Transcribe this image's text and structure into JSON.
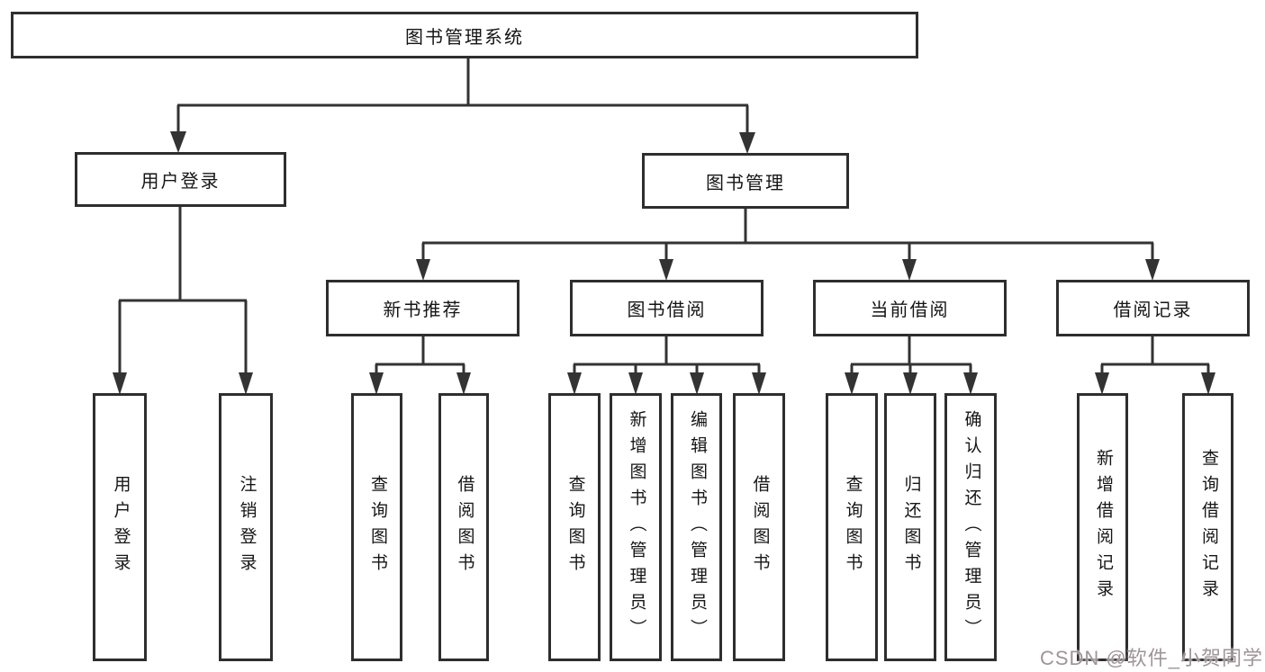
{
  "tree": {
    "root": "图书管理系统",
    "user_login": {
      "label": "用户登录",
      "children": [
        "用户登录",
        "注销登录"
      ]
    },
    "book_mgmt": {
      "label": "图书管理",
      "sections": {
        "new_books": {
          "label": "新书推荐",
          "children": [
            "查询图书",
            "借阅图书"
          ]
        },
        "borrow": {
          "label": "图书借阅",
          "children": [
            "查询图书",
            "新增图书（管理员）",
            "编辑图书（管理员）",
            "借阅图书"
          ]
        },
        "current": {
          "label": "当前借阅",
          "children": [
            "查询图书",
            "归还图书",
            "确认归还（管理员）"
          ]
        },
        "records": {
          "label": "借阅记录",
          "children": [
            "新增借阅记录",
            "查询借阅记录"
          ]
        }
      }
    }
  },
  "watermark": {
    "text": "CSDN @软件_小贺同学"
  },
  "colors": {
    "line": "#333333",
    "box_border": "#2e2e2e",
    "text": "#151515",
    "watermark": "#a0939a",
    "background": "#ffffff"
  }
}
